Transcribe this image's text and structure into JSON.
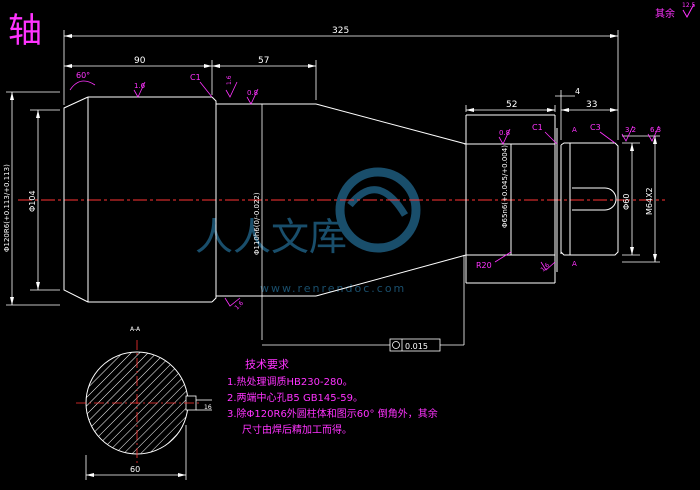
{
  "title": "轴",
  "corner_note": "其余",
  "corner_roughness": "12.5",
  "dimensions": {
    "total_length": "325",
    "len_90": "90",
    "len_57": "57",
    "len_52": "52",
    "len_4": "4",
    "len_33": "33",
    "dia_104": "Φ104",
    "dia_120": "Φ120R6(+0.113/+0.113)",
    "dia_110": "Φ110h6(0/-0.022)",
    "dia_65": "Φ65n6(+0.045/+0.004)",
    "dia_60": "Φ60",
    "thread": "M64X2",
    "runout": "0.015",
    "section_width": "60",
    "section_key": "16"
  },
  "angles": {
    "cone": "60°"
  },
  "roughness": {
    "r1": "1.6",
    "r2": "0.8",
    "r3": "0.8",
    "r4": "6.3",
    "r5": "1.6",
    "r6": "3.2",
    "r7": "1.6",
    "r8": "1.6"
  },
  "chamfers": {
    "c1a": "C1",
    "c1b": "C1",
    "c3": "C3",
    "r20": "R20"
  },
  "section_marks": {
    "a": "A",
    "a2": "A",
    "label": "A-A"
  },
  "tech_requirements": {
    "heading": "技术要求",
    "items": [
      "1.热处理调质HB230-280。",
      "2.两端中心孔B5 GB145-59。",
      "3.除Φ120R6外圆柱体和图示60° 倒角外，其余",
      "尺寸由焊后精加工而得。"
    ]
  },
  "watermark": {
    "brand": "人人文库",
    "url": "www.renrendoc.com"
  }
}
